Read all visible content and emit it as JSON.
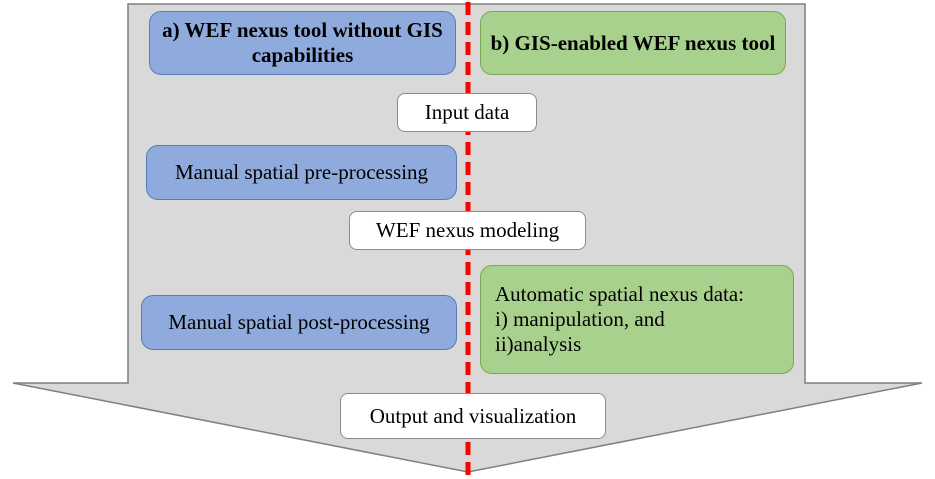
{
  "panel_a_title": "a) WEF nexus tool without GIS capabilities",
  "panel_b_title": "b) GIS-enabled WEF nexus tool",
  "input_data": "Input data",
  "manual_pre": "Manual spatial pre-processing",
  "wef_modeling": "WEF nexus modeling",
  "manual_post": "Manual spatial post-processing",
  "automatic": {
    "line1": "Automatic spatial nexus data:",
    "line2": "i) manipulation, and",
    "line3": "ii)analysis"
  },
  "output": "Output and visualization",
  "colors": {
    "arrow_fill": "#d9d9d9",
    "arrow_stroke": "#7f7f7f",
    "blue_box": "#8faadc",
    "green_box": "#a9d18e",
    "divider": "#ff0000"
  }
}
